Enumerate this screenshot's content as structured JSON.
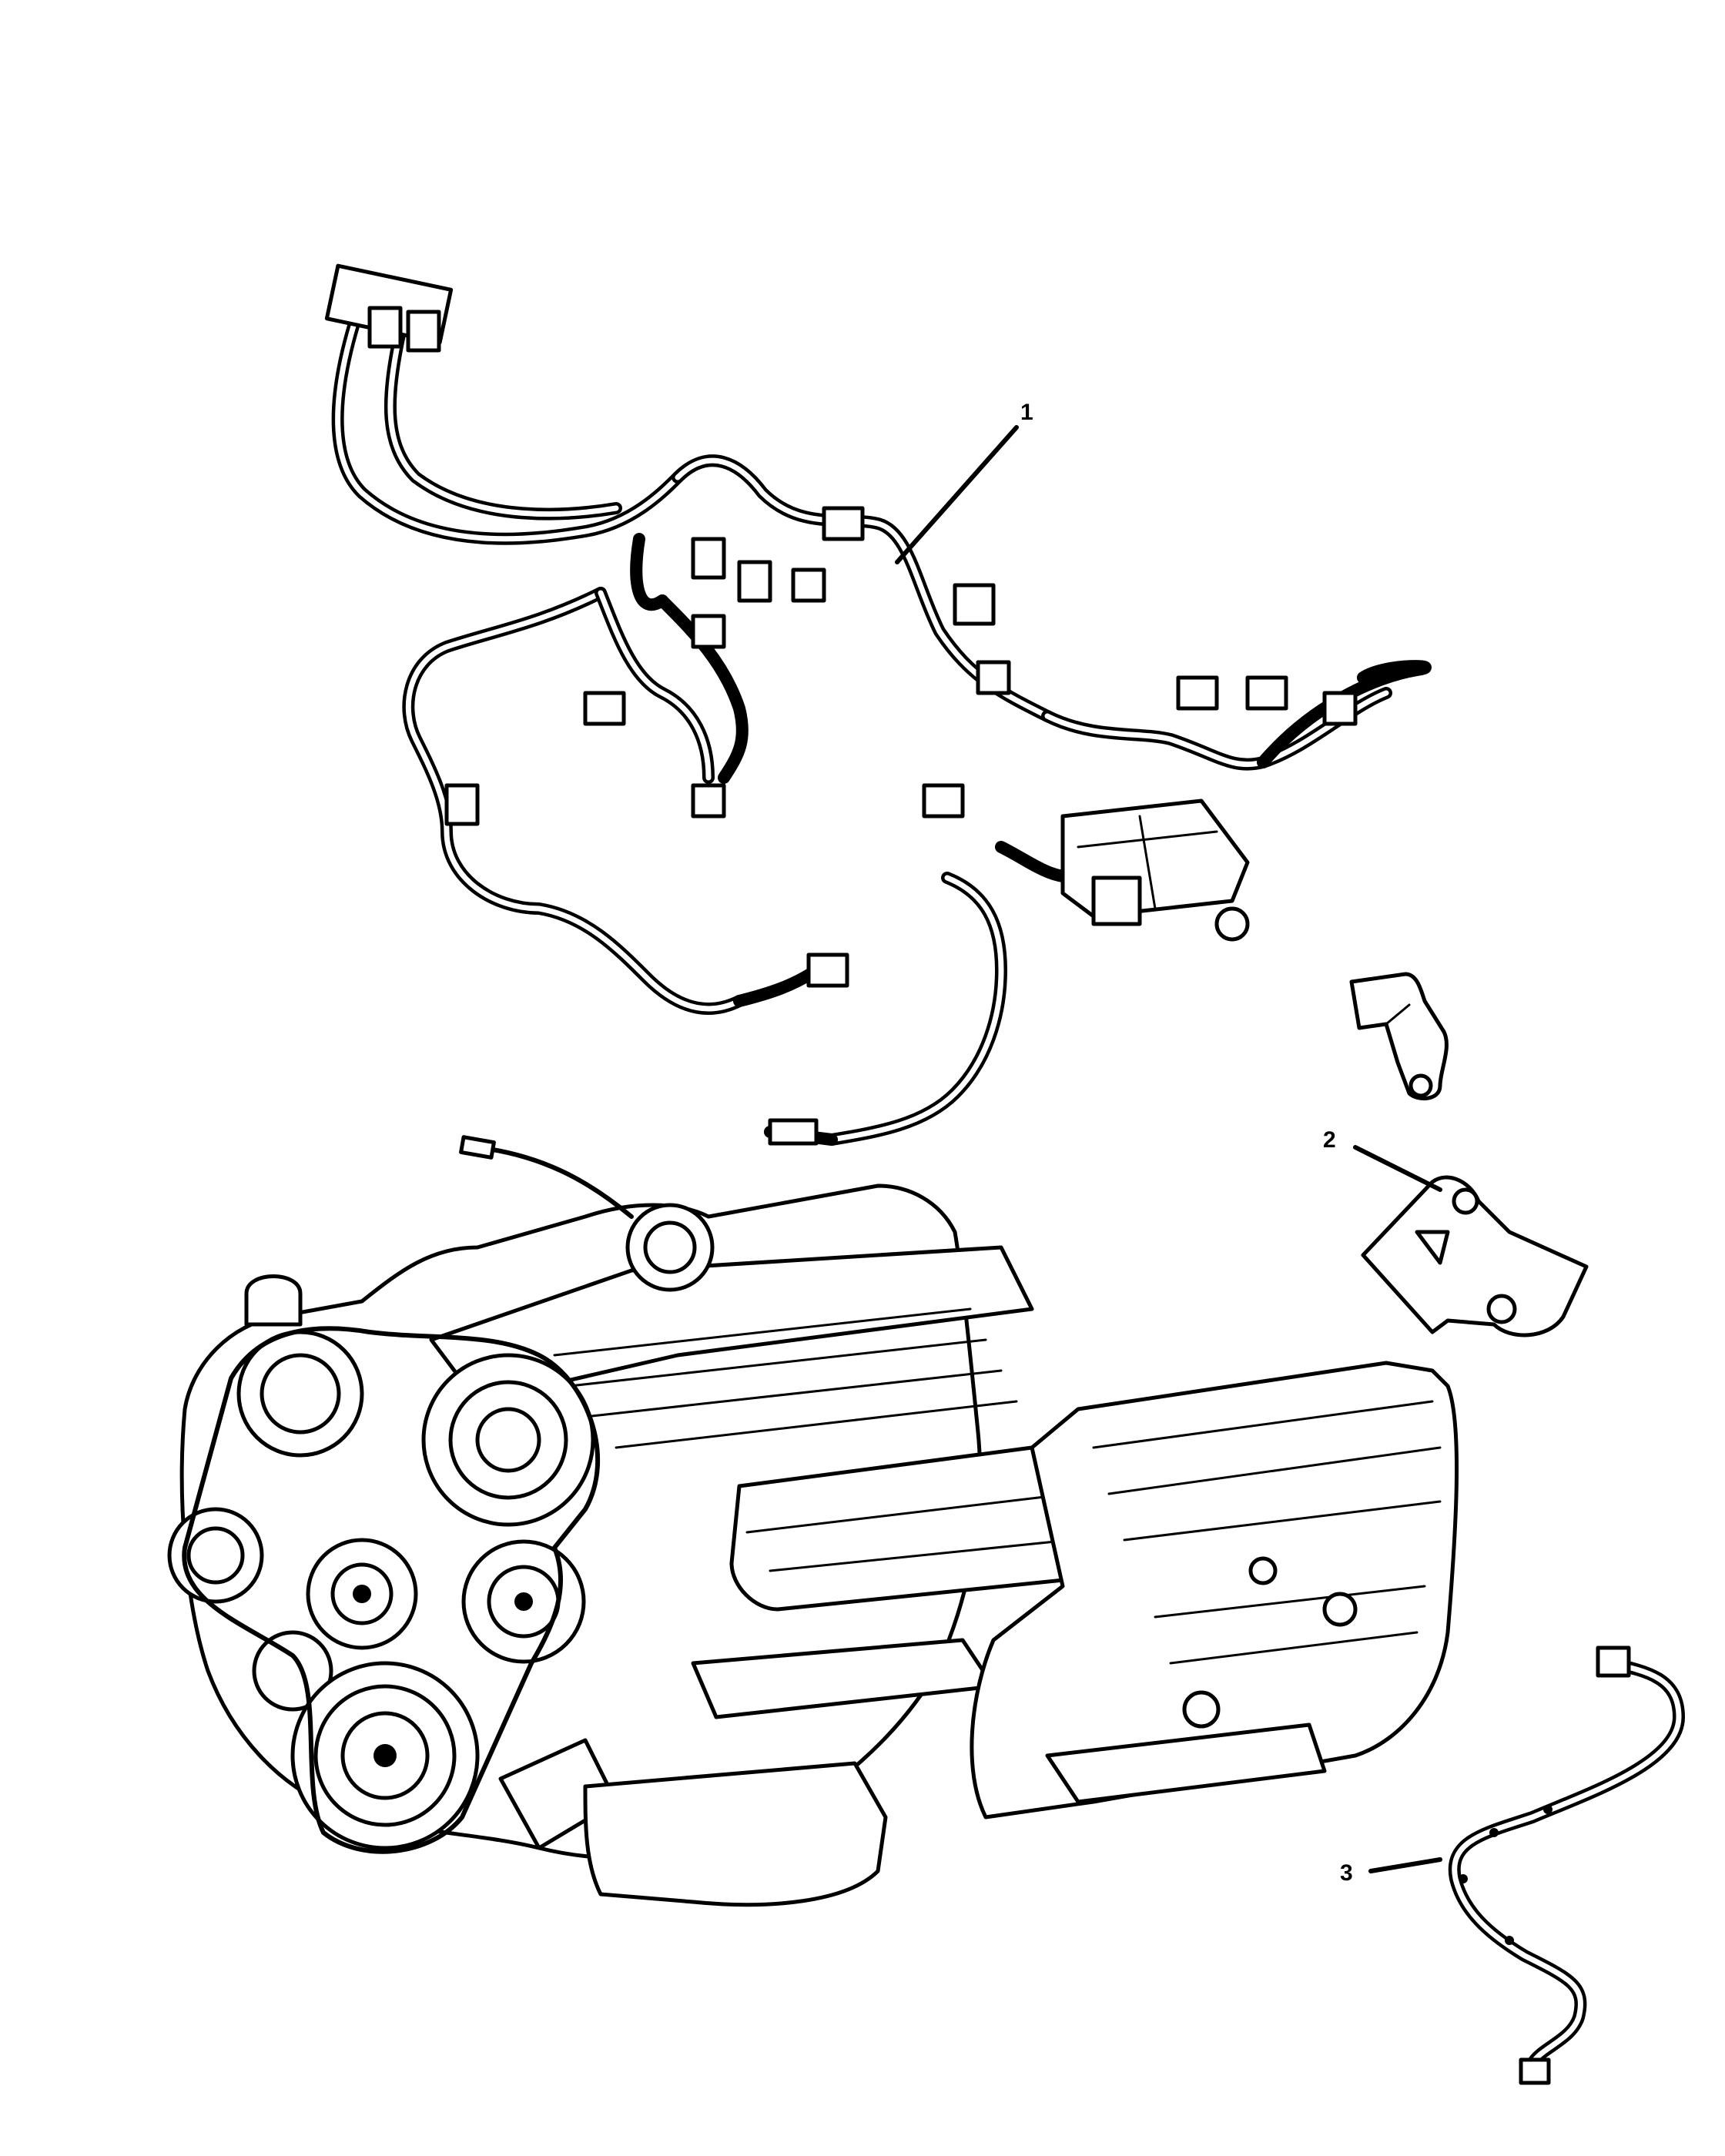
{
  "callouts": [
    {
      "id": "harness",
      "label": "1"
    },
    {
      "id": "bracket",
      "label": "2"
    },
    {
      "id": "jumper-harness",
      "label": "3"
    }
  ],
  "colors": {
    "line": "#000000",
    "background": "#ffffff"
  }
}
